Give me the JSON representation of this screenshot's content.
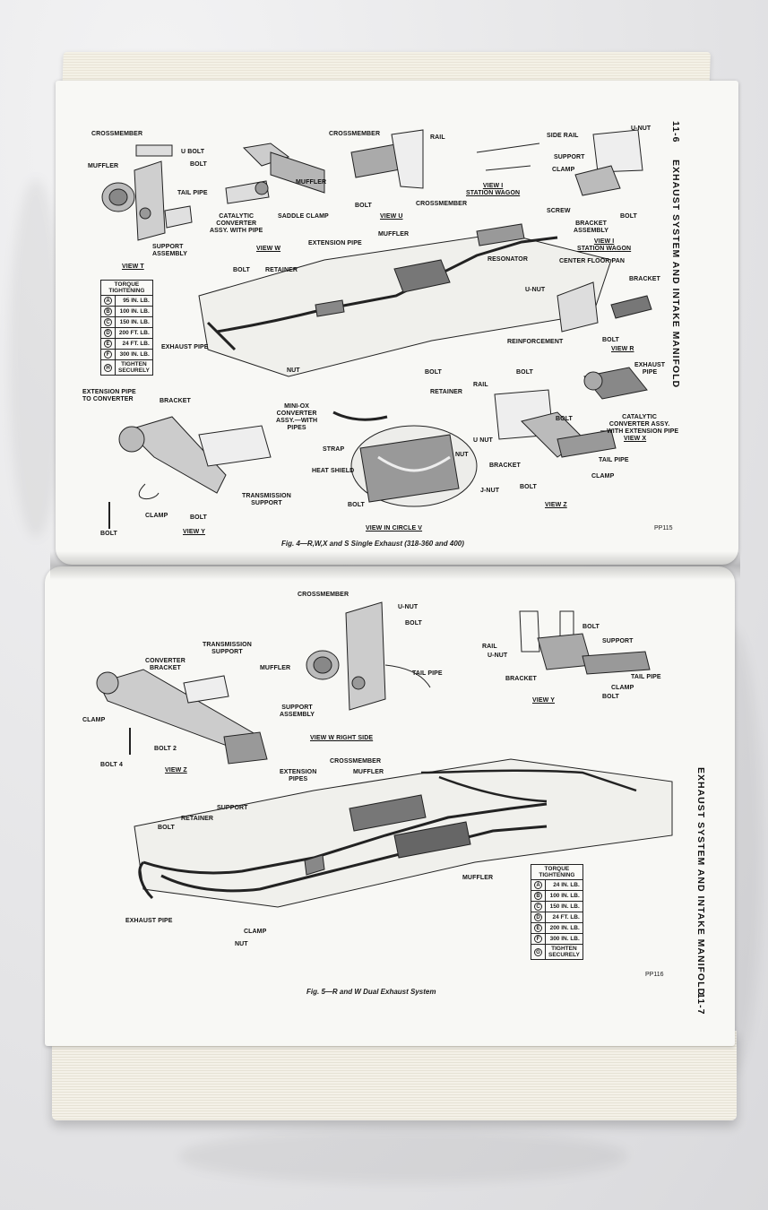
{
  "top_page": {
    "page_number": "11-6",
    "side_heading": "EXHAUST SYSTEM AND INTAKE MANIFOLD",
    "caption": "Fig. 4—R,W,X and S Single Exhaust (318-360 and 400)",
    "pp_code": "PP115",
    "labels": {
      "crossmember_t": "CROSSMEMBER",
      "u_bolt": "U BOLT",
      "muffler_t": "MUFFLER",
      "bolt_d_t": "BOLT",
      "tail_pipe_t": "TAIL PIPE",
      "support_assembly_t": "SUPPORT\nASSEMBLY",
      "view_t": "VIEW T",
      "crossmember_w": "CROSSMEMBER",
      "muffler_w": "MUFFLER",
      "cat_conv_w": "CATALYTIC\nCONVERTER\nASSY. WITH PIPE",
      "saddle_clamp": "SADDLE CLAMP",
      "view_w": "VIEW W",
      "rail_u": "RAIL",
      "bolt_u": "BOLT",
      "view_u": "VIEW U",
      "u_nut_i": "U-NUT",
      "side_rail": "SIDE RAIL",
      "support_i": "SUPPORT",
      "clamp_i": "CLAMP",
      "view_i_sw": "VIEW I\nSTATION WAGON",
      "screw": "SCREW",
      "bracket_assembly": "BRACKET\nASSEMBLY",
      "bolt_i": "BOLT",
      "view_i_sw2": "VIEW I\nSTATION WAGON",
      "extension_pipe": "EXTENSION PIPE",
      "muffler_main": "MUFFLER",
      "crossmember_main": "CROSSMEMBER",
      "resonator": "RESONATOR",
      "bolt_main": "BOLT",
      "retainer_main": "RETAINER",
      "center_floor_pan": "CENTER FLOOR PAN",
      "bracket_r": "BRACKET",
      "u_nut_r": "U-NUT",
      "reinforcement": "REINFORCEMENT",
      "bolt_r": "BOLT",
      "view_r": "VIEW R",
      "exhaust_pipe_main": "EXHAUST PIPE",
      "nut_main": "NUT",
      "ext_pipe_conv": "EXTENSION PIPE\nTO CONVERTER",
      "bracket_y": "BRACKET",
      "mini_ox": "MINI-OX\nCONVERTER\nASSY.—WITH\nPIPES",
      "transmission_support": "TRANSMISSION\nSUPPORT",
      "clamp_y": "CLAMP",
      "bolt_b": "BOLT",
      "bolt_f": "BOLT",
      "view_y": "VIEW Y",
      "bolt_v": "BOLT",
      "retainer_v": "RETAINER",
      "strap": "STRAP",
      "heat_shield": "HEAT SHIELD",
      "nut_v": "NUT",
      "j_nut": "J-NUT",
      "bolt_a": "BOLT",
      "view_circle_v": "VIEW IN CIRCLE V",
      "rail_z": "RAIL",
      "bolt_z_e": "BOLT",
      "exhaust_pipe_x": "EXHAUST\nPIPE",
      "u_nut_z": "U NUT",
      "bolt_z_d": "BOLT",
      "cat_conv_x": "CATALYTIC\nCONVERTER ASSY.\n—WITH EXTENSION PIPE",
      "view_x": "VIEW X",
      "bracket_z": "BRACKET",
      "tail_pipe_z": "TAIL PIPE",
      "clamp_z": "CLAMP",
      "bolt_g": "BOLT",
      "view_z": "VIEW Z"
    },
    "torque": {
      "header": "TORQUE\nTIGHTENING",
      "rows": [
        {
          "key": "A",
          "value": "95 IN. LB."
        },
        {
          "key": "B",
          "value": "100 IN. LB."
        },
        {
          "key": "C",
          "value": "150 IN. LB."
        },
        {
          "key": "D",
          "value": "200 FT. LB."
        },
        {
          "key": "E",
          "value": "24 FT. LB."
        },
        {
          "key": "F",
          "value": "300 IN. LB."
        },
        {
          "key": "H",
          "value": "TIGHTEN\nSECURELY"
        }
      ]
    }
  },
  "bottom_page": {
    "page_number": "11-7",
    "side_heading": "EXHAUST SYSTEM AND INTAKE MANIFOLD",
    "caption": "Fig. 5—R and W Dual Exhaust System",
    "pp_code": "PP116",
    "labels": {
      "crossmember_w": "CROSSMEMBER",
      "u_nut_w": "U-NUT",
      "bolt_w": "BOLT",
      "muffler_w": "MUFFLER",
      "tail_pipe_w": "TAIL PIPE",
      "support_assembly_w": "SUPPORT\nASSEMBLY",
      "view_w_right": "VIEW W RIGHT SIDE",
      "transmission_support": "TRANSMISSION\nSUPPORT",
      "converter_bracket": "CONVERTER\nBRACKET",
      "clamp_z": "CLAMP",
      "bolt_2": "BOLT 2",
      "bolt_4": "BOLT 4",
      "view_z": "VIEW Z",
      "rail_y": "RAIL",
      "u_nut_y": "U-NUT",
      "bolt_y_e": "BOLT",
      "support_y": "SUPPORT",
      "bracket_y": "BRACKET",
      "tail_pipe_y": "TAIL PIPE",
      "clamp_y": "CLAMP",
      "bolt_y_h": "BOLT",
      "view_y": "VIEW Y",
      "crossmember_main": "CROSSMEMBER",
      "muffler_main1": "MUFFLER",
      "extension_pipes": "EXTENSION\nPIPES",
      "support_main": "SUPPORT",
      "retainer": "RETAINER",
      "bolt_main": "BOLT",
      "muffler_main2": "MUFFLER",
      "exhaust_pipe": "EXHAUST PIPE",
      "clamp_main": "CLAMP",
      "nut_main": "NUT"
    },
    "torque": {
      "header": "TORQUE\nTIGHTENING",
      "rows": [
        {
          "key": "A",
          "value": "24 IN. LB."
        },
        {
          "key": "B",
          "value": "100 IN. LB."
        },
        {
          "key": "C",
          "value": "150 IN. LB."
        },
        {
          "key": "D",
          "value": "24 FT. LB."
        },
        {
          "key": "E",
          "value": "200 IN. LB."
        },
        {
          "key": "F",
          "value": "300 IN. LB."
        },
        {
          "key": "G",
          "value": "TIGHTEN\nSECURELY"
        }
      ]
    }
  }
}
